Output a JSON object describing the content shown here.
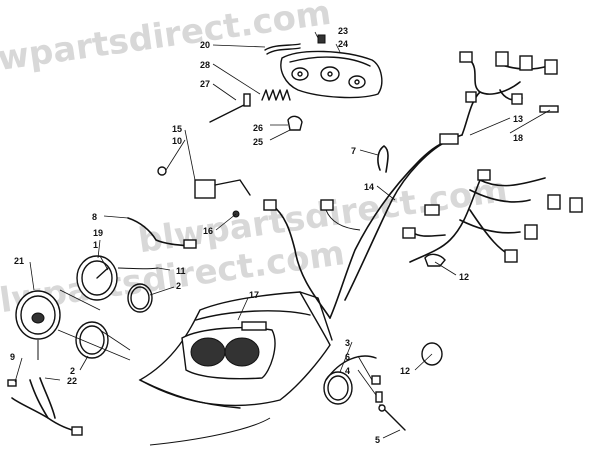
{
  "watermark": "blwpartsdirect.com",
  "callouts": [
    {
      "id": "1",
      "text": "1"
    },
    {
      "id": "2a",
      "text": "2"
    },
    {
      "id": "2b",
      "text": "2"
    },
    {
      "id": "3",
      "text": "3"
    },
    {
      "id": "4",
      "text": "4"
    },
    {
      "id": "5",
      "text": "5"
    },
    {
      "id": "6",
      "text": "6"
    },
    {
      "id": "7",
      "text": "7"
    },
    {
      "id": "8",
      "text": "8"
    },
    {
      "id": "9",
      "text": "9"
    },
    {
      "id": "10",
      "text": "10"
    },
    {
      "id": "11",
      "text": "11"
    },
    {
      "id": "12a",
      "text": "12"
    },
    {
      "id": "12b",
      "text": "12"
    },
    {
      "id": "13",
      "text": "13"
    },
    {
      "id": "14",
      "text": "14"
    },
    {
      "id": "15",
      "text": "15"
    },
    {
      "id": "16",
      "text": "16"
    },
    {
      "id": "17",
      "text": "17"
    },
    {
      "id": "18",
      "text": "18"
    },
    {
      "id": "19",
      "text": "19"
    },
    {
      "id": "20",
      "text": "20"
    },
    {
      "id": "21",
      "text": "21"
    },
    {
      "id": "22",
      "text": "22"
    },
    {
      "id": "23",
      "text": "23"
    },
    {
      "id": "24",
      "text": "24"
    },
    {
      "id": "25",
      "text": "25"
    },
    {
      "id": "26",
      "text": "26"
    },
    {
      "id": "27",
      "text": "27"
    },
    {
      "id": "28",
      "text": "28"
    }
  ]
}
